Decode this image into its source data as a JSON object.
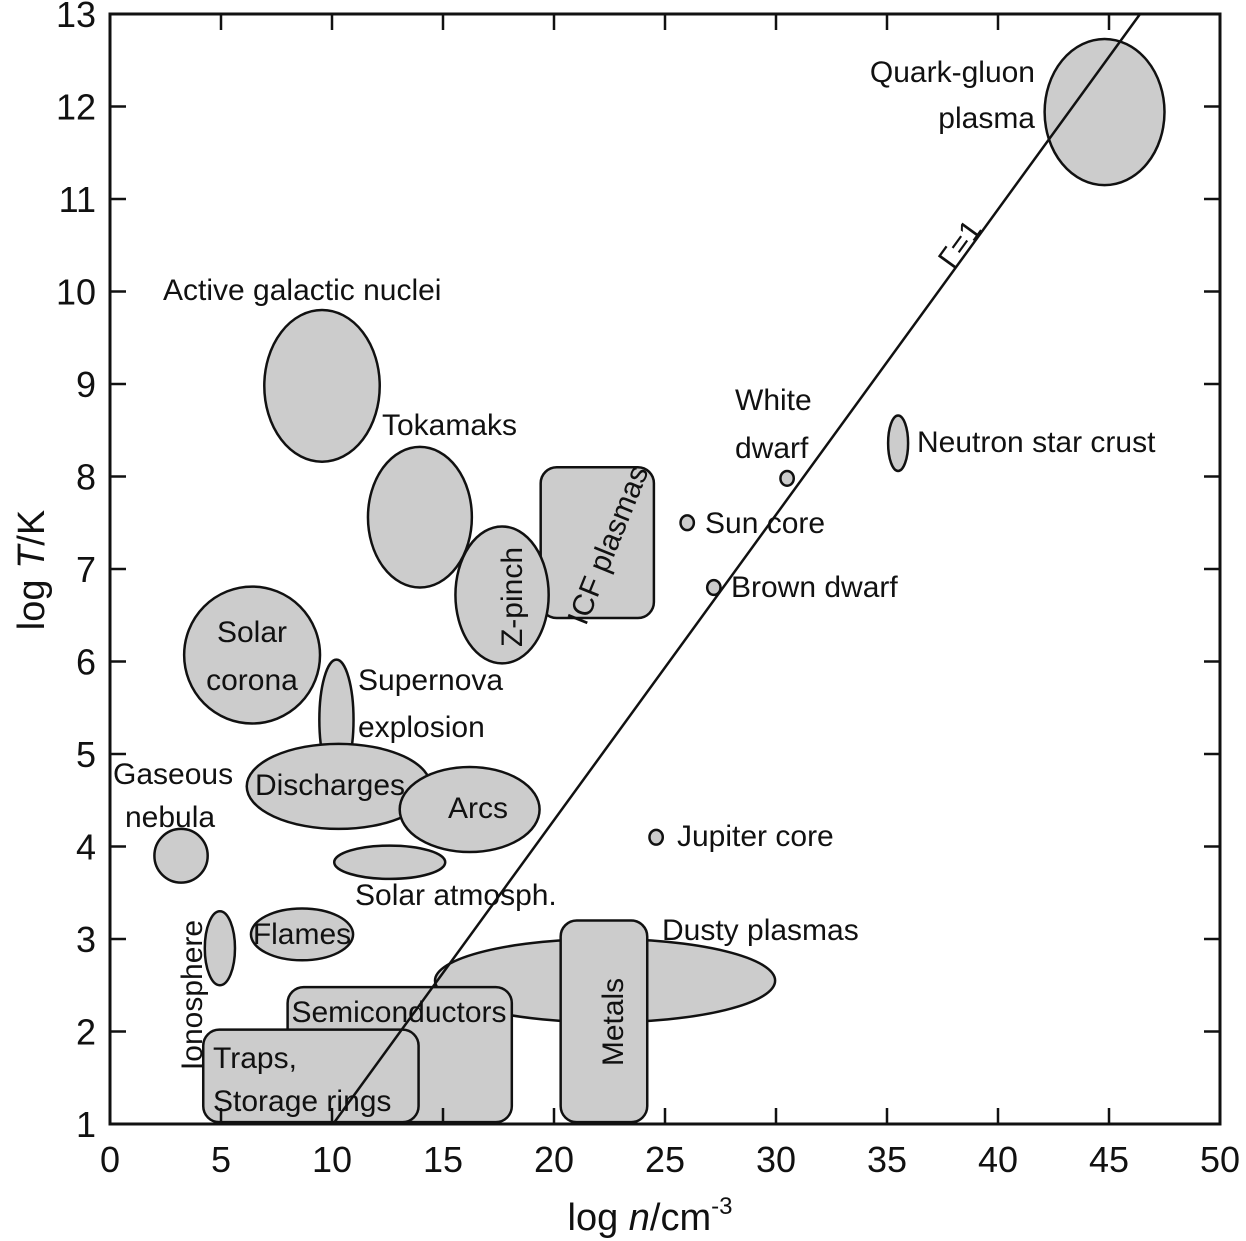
{
  "chart_data": {
    "type": "scatter",
    "xlabel": {
      "prefix": "log ",
      "var": "n",
      "unit": "/cm",
      "exp": "-3"
    },
    "ylabel": {
      "prefix": "log ",
      "var": "T",
      "unit": "/K"
    },
    "xlim": [
      0,
      50
    ],
    "ylim": [
      1,
      13
    ],
    "xticks": [
      "0",
      "5",
      "10",
      "15",
      "20",
      "25",
      "30",
      "35",
      "40",
      "45",
      "50"
    ],
    "yticks": [
      "1",
      "2",
      "3",
      "4",
      "5",
      "6",
      "7",
      "8",
      "9",
      "10",
      "11",
      "12",
      "13"
    ],
    "grid": false,
    "fill_color": "#cccccc",
    "line": {
      "label": "Γ=1",
      "points": [
        [
          10.05,
          1
        ],
        [
          46.4,
          13
        ]
      ]
    },
    "regions": [
      {
        "id": "qgp",
        "shape": "ellipse",
        "cx": 44.8,
        "cy": 11.94,
        "rx": 2.7,
        "ry": 0.79,
        "label": [
          "Quark-gluon",
          "plasma"
        ]
      },
      {
        "id": "agn",
        "shape": "ellipse",
        "cx": 9.55,
        "cy": 8.98,
        "rx": 2.6,
        "ry": 0.82,
        "label": [
          "Active galactic nuclei"
        ]
      },
      {
        "id": "tokamaks",
        "shape": "ellipse",
        "cx": 13.96,
        "cy": 7.56,
        "rx": 2.34,
        "ry": 0.76,
        "label": [
          "Tokamaks"
        ]
      },
      {
        "id": "icf",
        "shape": "rect",
        "x0": 19.4,
        "x1": 24.5,
        "y0": 6.47,
        "y1": 8.1,
        "label": [
          "ICF plasmas"
        ]
      },
      {
        "id": "zpinch",
        "shape": "ellipse",
        "cx": 17.66,
        "cy": 6.72,
        "rx": 2.1,
        "ry": 0.74,
        "label": [
          "Z-pinch"
        ]
      },
      {
        "id": "corona",
        "shape": "ellipse",
        "cx": 6.4,
        "cy": 6.07,
        "rx": 3.06,
        "ry": 0.74,
        "label": [
          "Solar",
          "corona"
        ]
      },
      {
        "id": "supernova",
        "shape": "ellipse",
        "cx": 10.2,
        "cy": 5.37,
        "rx": 0.77,
        "ry": 0.65,
        "label": [
          "Supernova",
          "explosion"
        ]
      },
      {
        "id": "discharges",
        "shape": "ellipse",
        "cx": 10.3,
        "cy": 4.65,
        "rx": 4.14,
        "ry": 0.46,
        "label": [
          "Discharges"
        ]
      },
      {
        "id": "arcs",
        "shape": "ellipse",
        "cx": 16.2,
        "cy": 4.4,
        "rx": 3.15,
        "ry": 0.46,
        "label": [
          "Arcs"
        ]
      },
      {
        "id": "nebula",
        "shape": "ellipse",
        "cx": 3.2,
        "cy": 3.9,
        "rx": 1.2,
        "ry": 0.29,
        "label": [
          "Gaseous",
          "nebula"
        ]
      },
      {
        "id": "solaratm",
        "shape": "ellipse",
        "cx": 12.6,
        "cy": 3.83,
        "rx": 2.5,
        "ry": 0.18,
        "label": [
          "Solar atmosph."
        ]
      },
      {
        "id": "ionosphere",
        "shape": "ellipse",
        "cx": 4.95,
        "cy": 2.9,
        "rx": 0.68,
        "ry": 0.4,
        "label": [
          "Ionosphere"
        ]
      },
      {
        "id": "flames",
        "shape": "ellipse",
        "cx": 8.65,
        "cy": 3.05,
        "rx": 2.3,
        "ry": 0.28,
        "label": [
          "Flames"
        ]
      },
      {
        "id": "dusty",
        "shape": "ellipse",
        "cx": 22.3,
        "cy": 2.55,
        "rx": 7.66,
        "ry": 0.45,
        "label": [
          "Dusty plasmas"
        ]
      },
      {
        "id": "metals",
        "shape": "rect",
        "x0": 20.3,
        "x1": 24.2,
        "y0": 1.02,
        "y1": 3.2,
        "label": [
          "Metals"
        ]
      },
      {
        "id": "semis",
        "shape": "rect",
        "x0": 8.0,
        "x1": 18.1,
        "y0": 1.02,
        "y1": 2.48,
        "label": [
          "Semiconductors"
        ]
      },
      {
        "id": "traps",
        "shape": "rect",
        "x0": 4.2,
        "x1": 13.9,
        "y0": 1.02,
        "y1": 2.02,
        "label": [
          "Traps,",
          "Storage rings"
        ]
      },
      {
        "id": "whitedwarf",
        "shape": "ellipse",
        "cx": 30.5,
        "cy": 7.98,
        "rx": 0.3,
        "ry": 0.08,
        "label": [
          "White",
          "dwarf"
        ]
      },
      {
        "id": "neutron",
        "shape": "ellipse",
        "cx": 35.5,
        "cy": 8.36,
        "rx": 0.45,
        "ry": 0.3,
        "label": [
          "Neutron star crust"
        ]
      },
      {
        "id": "suncore",
        "shape": "ellipse",
        "cx": 26.0,
        "cy": 7.5,
        "rx": 0.3,
        "ry": 0.08,
        "label": [
          "Sun core"
        ]
      },
      {
        "id": "browndwarf",
        "shape": "ellipse",
        "cx": 27.2,
        "cy": 6.8,
        "rx": 0.3,
        "ry": 0.08,
        "label": [
          "Brown dwarf"
        ]
      },
      {
        "id": "jupiter",
        "shape": "ellipse",
        "cx": 24.6,
        "cy": 4.1,
        "rx": 0.3,
        "ry": 0.08,
        "label": [
          "Jupiter core"
        ]
      }
    ]
  }
}
